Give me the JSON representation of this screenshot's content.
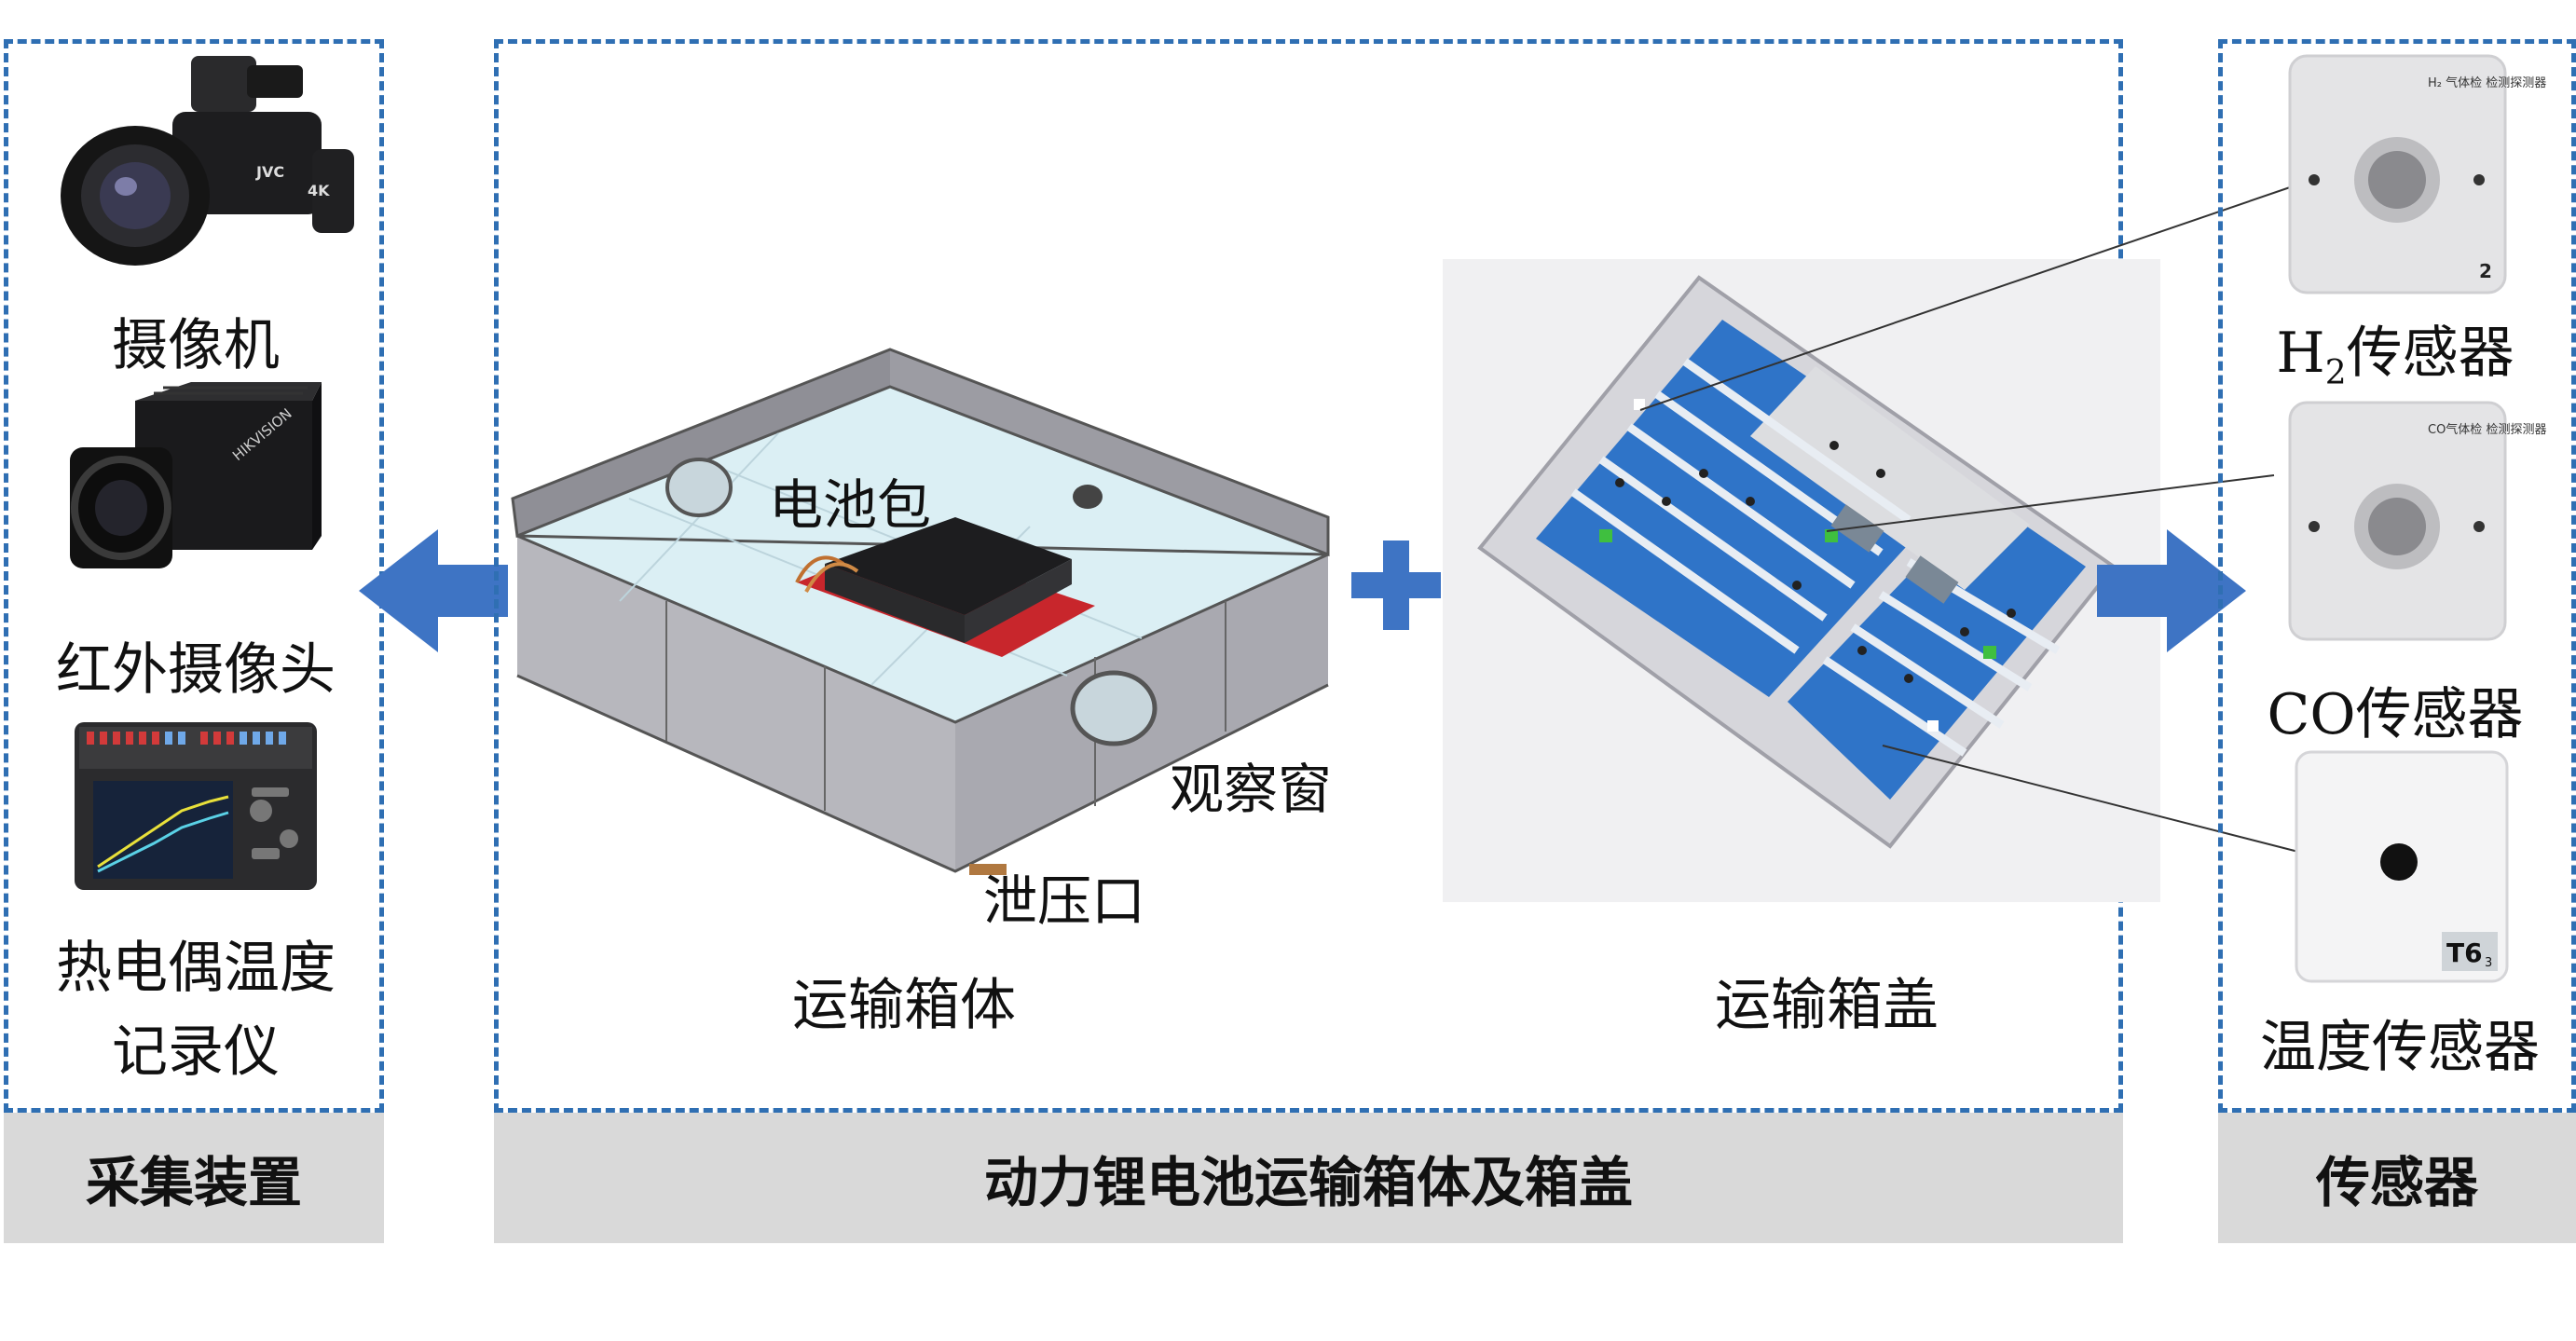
{
  "left_panel": {
    "devices": [
      {
        "label": "摄像机"
      },
      {
        "label": "红外摄像头"
      },
      {
        "label_line1": "热电偶温度",
        "label_line2": "记录仪"
      }
    ],
    "footer": "采集装置",
    "camera_brand": "JVC",
    "camera_badge": "4K",
    "ir_brand": "HIKVISION"
  },
  "center_panel": {
    "box_label": "运输箱体",
    "lid_label": "运输箱盖",
    "callouts": {
      "battery_pack": "电池包",
      "observation_window": "观察窗",
      "pressure_relief": "泄压口"
    },
    "footer": "动力锂电池运输箱体及箱盖"
  },
  "right_panel": {
    "sensors": [
      {
        "label_prefix": "H",
        "label_sub": "2",
        "label_suffix": "传感器",
        "device_text": "H₂ 气体检\n检测探测器",
        "device_number": "2"
      },
      {
        "label": "CO传感器",
        "device_text": "CO气体检\n检测探测器"
      },
      {
        "label": "温度传感器",
        "device_badge": "T6",
        "device_badge_sub": "3"
      }
    ],
    "footer": "传感器"
  },
  "colors": {
    "dash_border": "#2f6fb3",
    "arrow": "#3e74c4",
    "footer_bg": "#d9d9d9",
    "cell_blue": "#2f74c8"
  }
}
